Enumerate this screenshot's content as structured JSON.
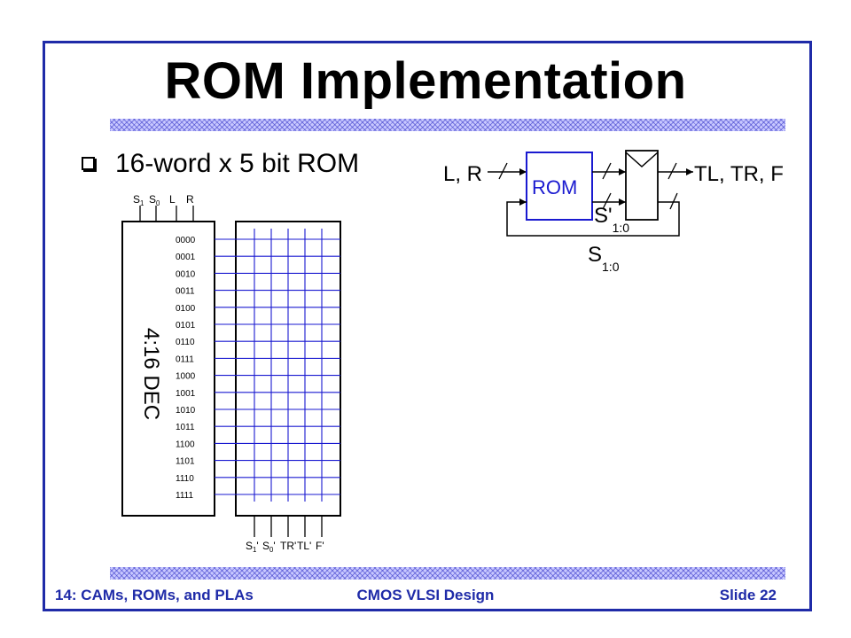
{
  "title": "ROM Implementation",
  "bullet": "16-word x 5 bit ROM",
  "footer": {
    "left": "14: CAMs, ROMs, and PLAs",
    "center": "CMOS VLSI Design",
    "right": "Slide 22"
  },
  "rom_schematic": {
    "decoder_label": "4:16 DEC",
    "inputs": [
      {
        "base": "S",
        "sub": "1",
        "prime": ""
      },
      {
        "base": "S",
        "sub": "0",
        "prime": ""
      },
      {
        "base": "L",
        "sub": "",
        "prime": ""
      },
      {
        "base": "R",
        "sub": "",
        "prime": ""
      }
    ],
    "outputs": [
      {
        "base": "S",
        "sub": "1",
        "prime": "'"
      },
      {
        "base": "S",
        "sub": "0",
        "prime": "'"
      },
      {
        "base": "TR",
        "sub": "",
        "prime": "'"
      },
      {
        "base": "TL",
        "sub": "",
        "prime": "'"
      },
      {
        "base": "F",
        "sub": "",
        "prime": "'"
      }
    ],
    "wordlines": [
      "0000",
      "0001",
      "0010",
      "0011",
      "0100",
      "0101",
      "0110",
      "0111",
      "1000",
      "1001",
      "1010",
      "1011",
      "1100",
      "1101",
      "1110",
      "1111"
    ]
  },
  "fsm_diagram": {
    "input_label": "L, R",
    "block_label": "ROM",
    "output_label": "TL, TR, F",
    "next_state_label": {
      "base": "S'",
      "sub": "1:0"
    },
    "state_label": {
      "base": "S",
      "sub": "1:0"
    }
  },
  "colors": {
    "border": "#1f2ba8",
    "grid_blue": "#1a1ad0",
    "footer_text": "#1f2ba8"
  }
}
